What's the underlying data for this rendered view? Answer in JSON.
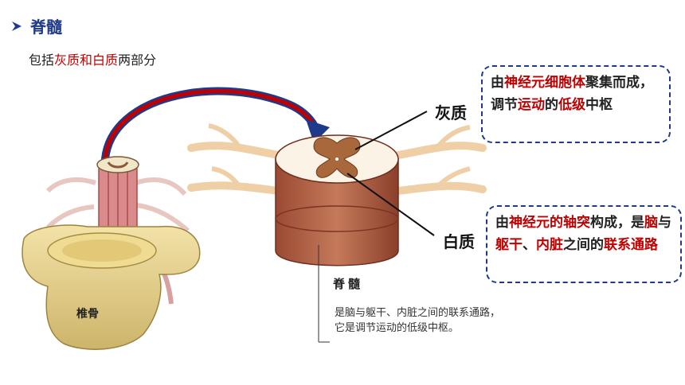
{
  "title": "脊髓",
  "subtitle": {
    "pre": "包括",
    "part1": "灰质",
    "mid": "和",
    "part2": "白质",
    "post": "两部分"
  },
  "gray": {
    "label": "灰质",
    "callout": {
      "s1": "由",
      "s2": "神经元细胞体",
      "s3": "聚集而成，调节",
      "s4": "运动",
      "s5": "的",
      "s6": "低级",
      "s7": "中枢"
    }
  },
  "white": {
    "label": "白质",
    "callout": {
      "s1": "由",
      "s2": "神经元的轴突",
      "s3": "构成，是",
      "s4": "脑",
      "s5": "与",
      "s6": "躯干",
      "s7": "、",
      "s8": "内脏",
      "s9": "之间的",
      "s10": "联系通路"
    }
  },
  "vertebra_label": "椎骨",
  "spine_caption": "脊髓",
  "spine_note": "是脑与躯干、内脏之间的联系通路，它是调节运动的低级中枢。",
  "colors": {
    "title": "#1f3a8a",
    "highlight": "#c00000",
    "callout_border": "#1f3a8a"
  }
}
